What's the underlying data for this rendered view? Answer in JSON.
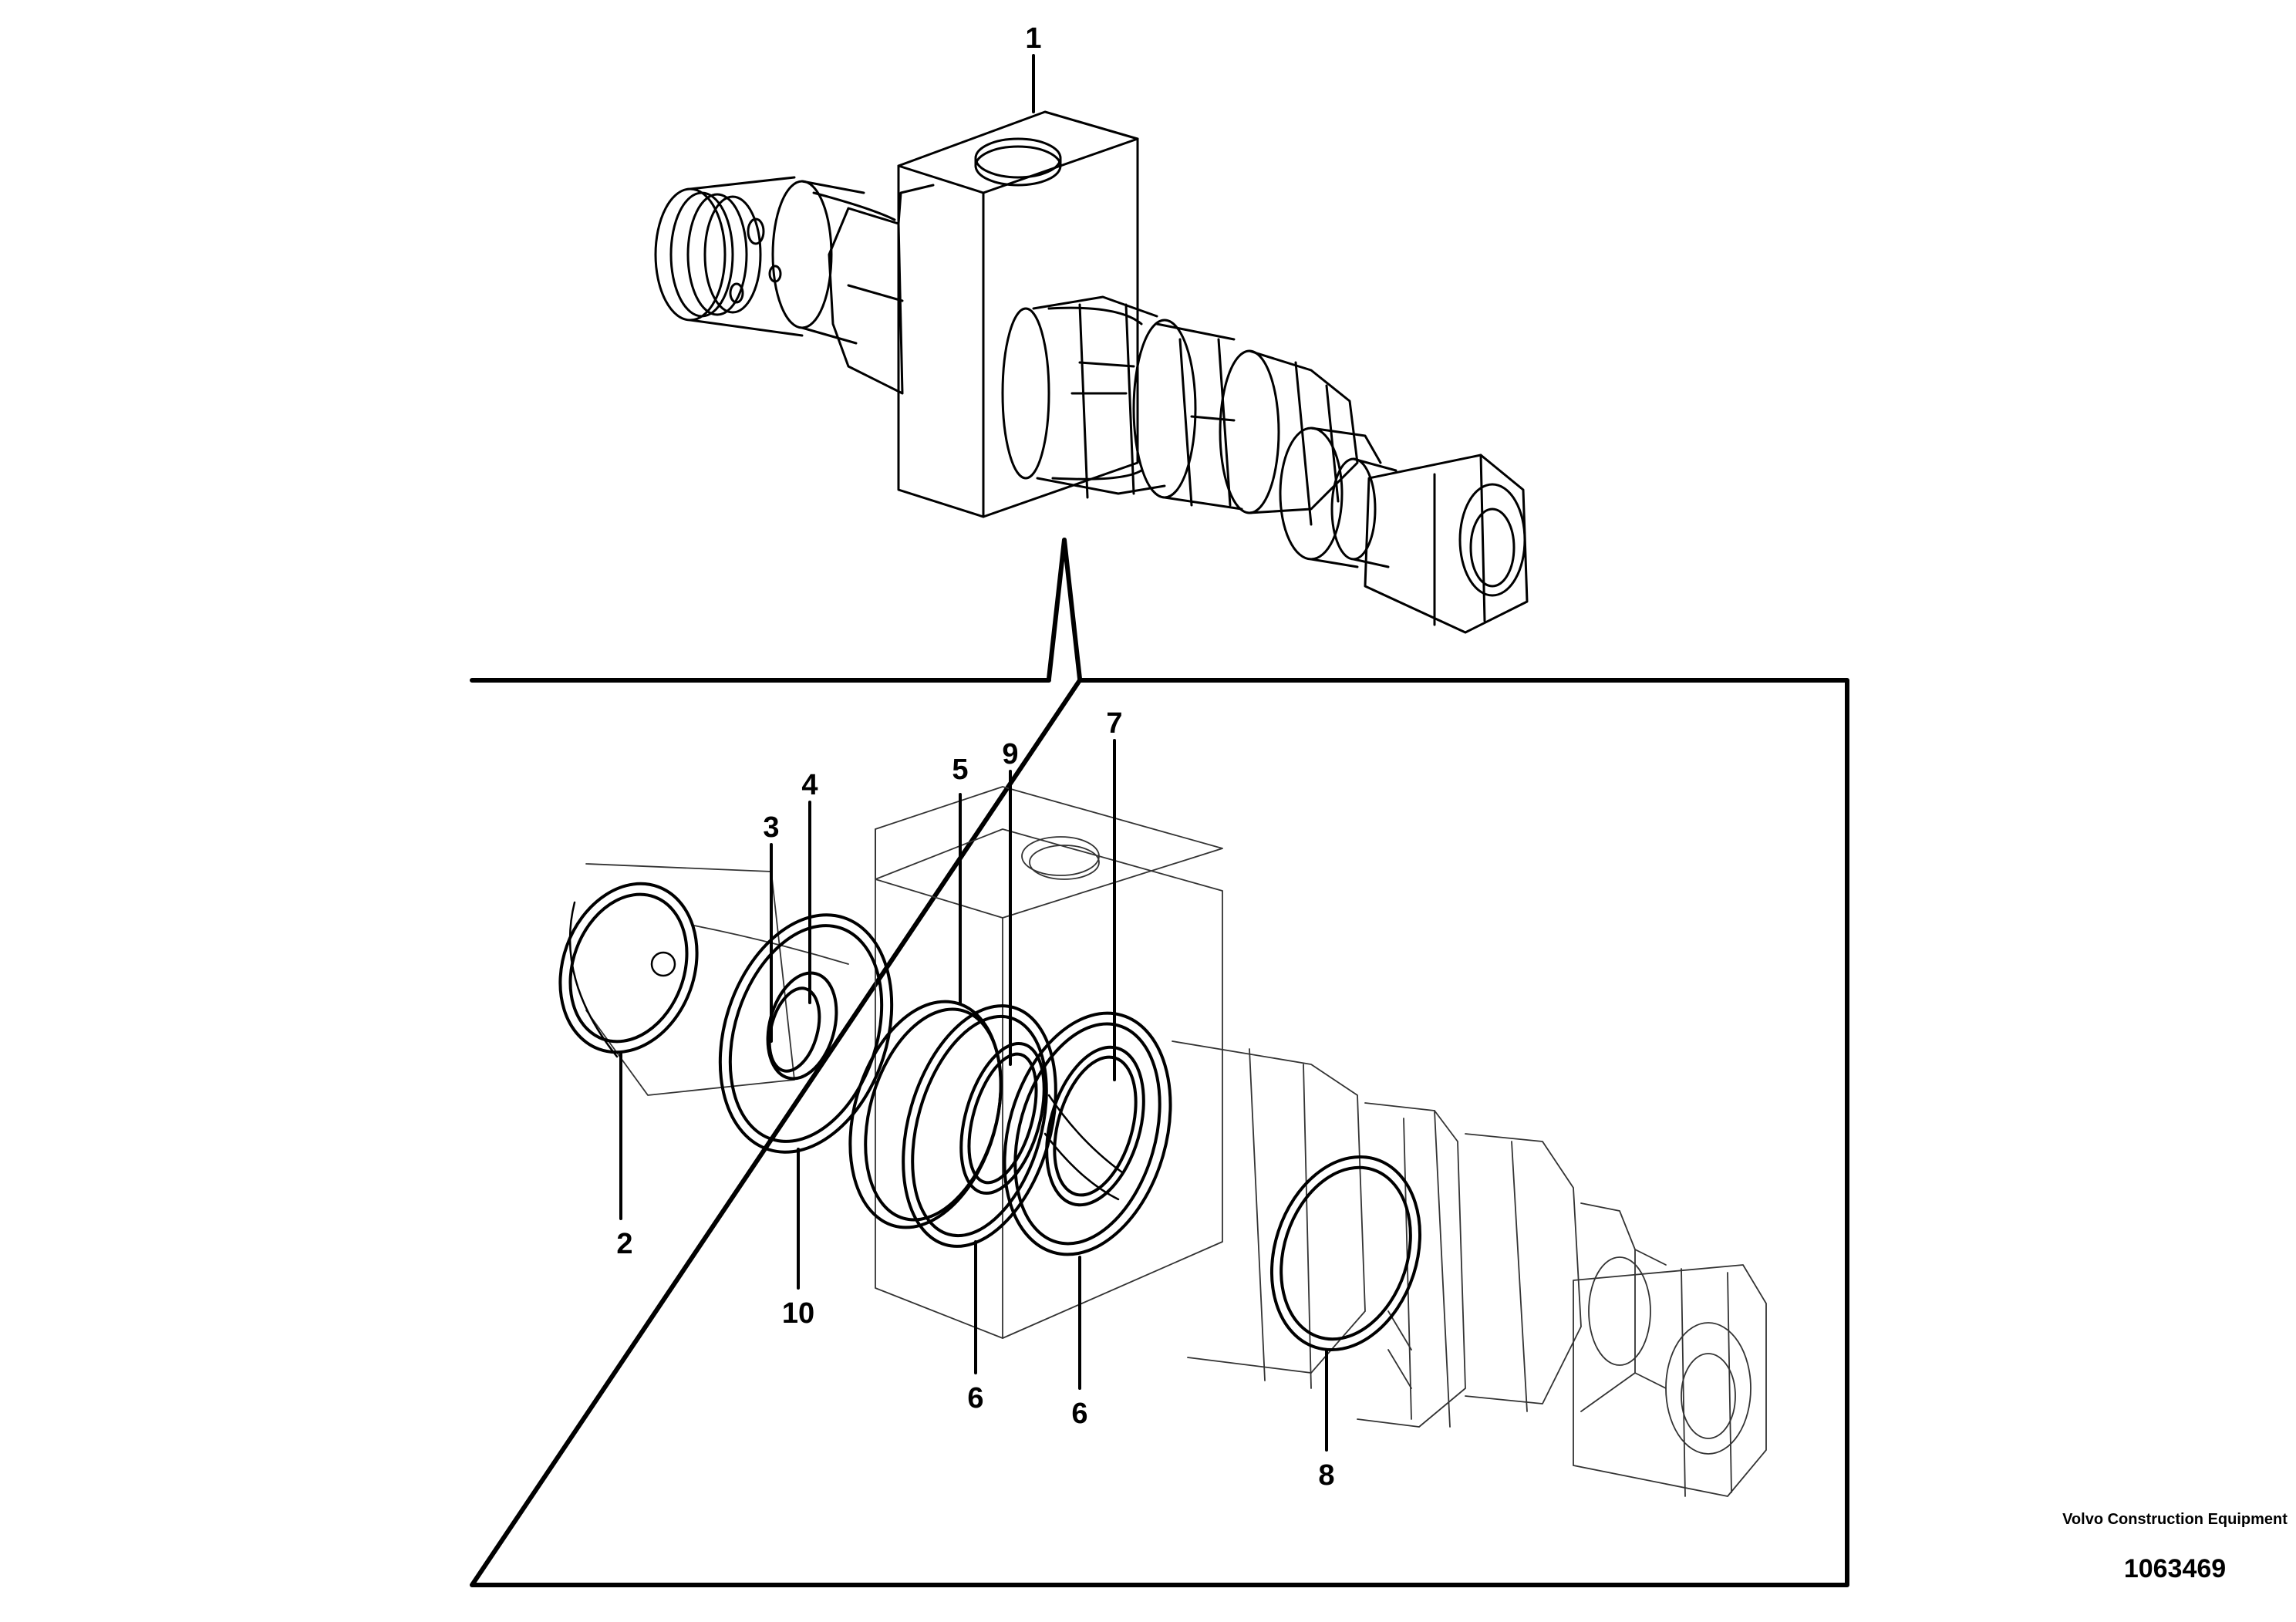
{
  "callouts": [
    {
      "id": "c1",
      "label": "1"
    },
    {
      "id": "c2",
      "label": "2"
    },
    {
      "id": "c3",
      "label": "3"
    },
    {
      "id": "c4",
      "label": "4"
    },
    {
      "id": "c5",
      "label": "5"
    },
    {
      "id": "c9",
      "label": "9"
    },
    {
      "id": "c7",
      "label": "7"
    },
    {
      "id": "c10",
      "label": "10"
    },
    {
      "id": "c6a",
      "label": "6"
    },
    {
      "id": "c6b",
      "label": "6"
    },
    {
      "id": "c8",
      "label": "8"
    }
  ],
  "credit": {
    "company": "Volvo Construction Equipment",
    "number": "1063469"
  }
}
